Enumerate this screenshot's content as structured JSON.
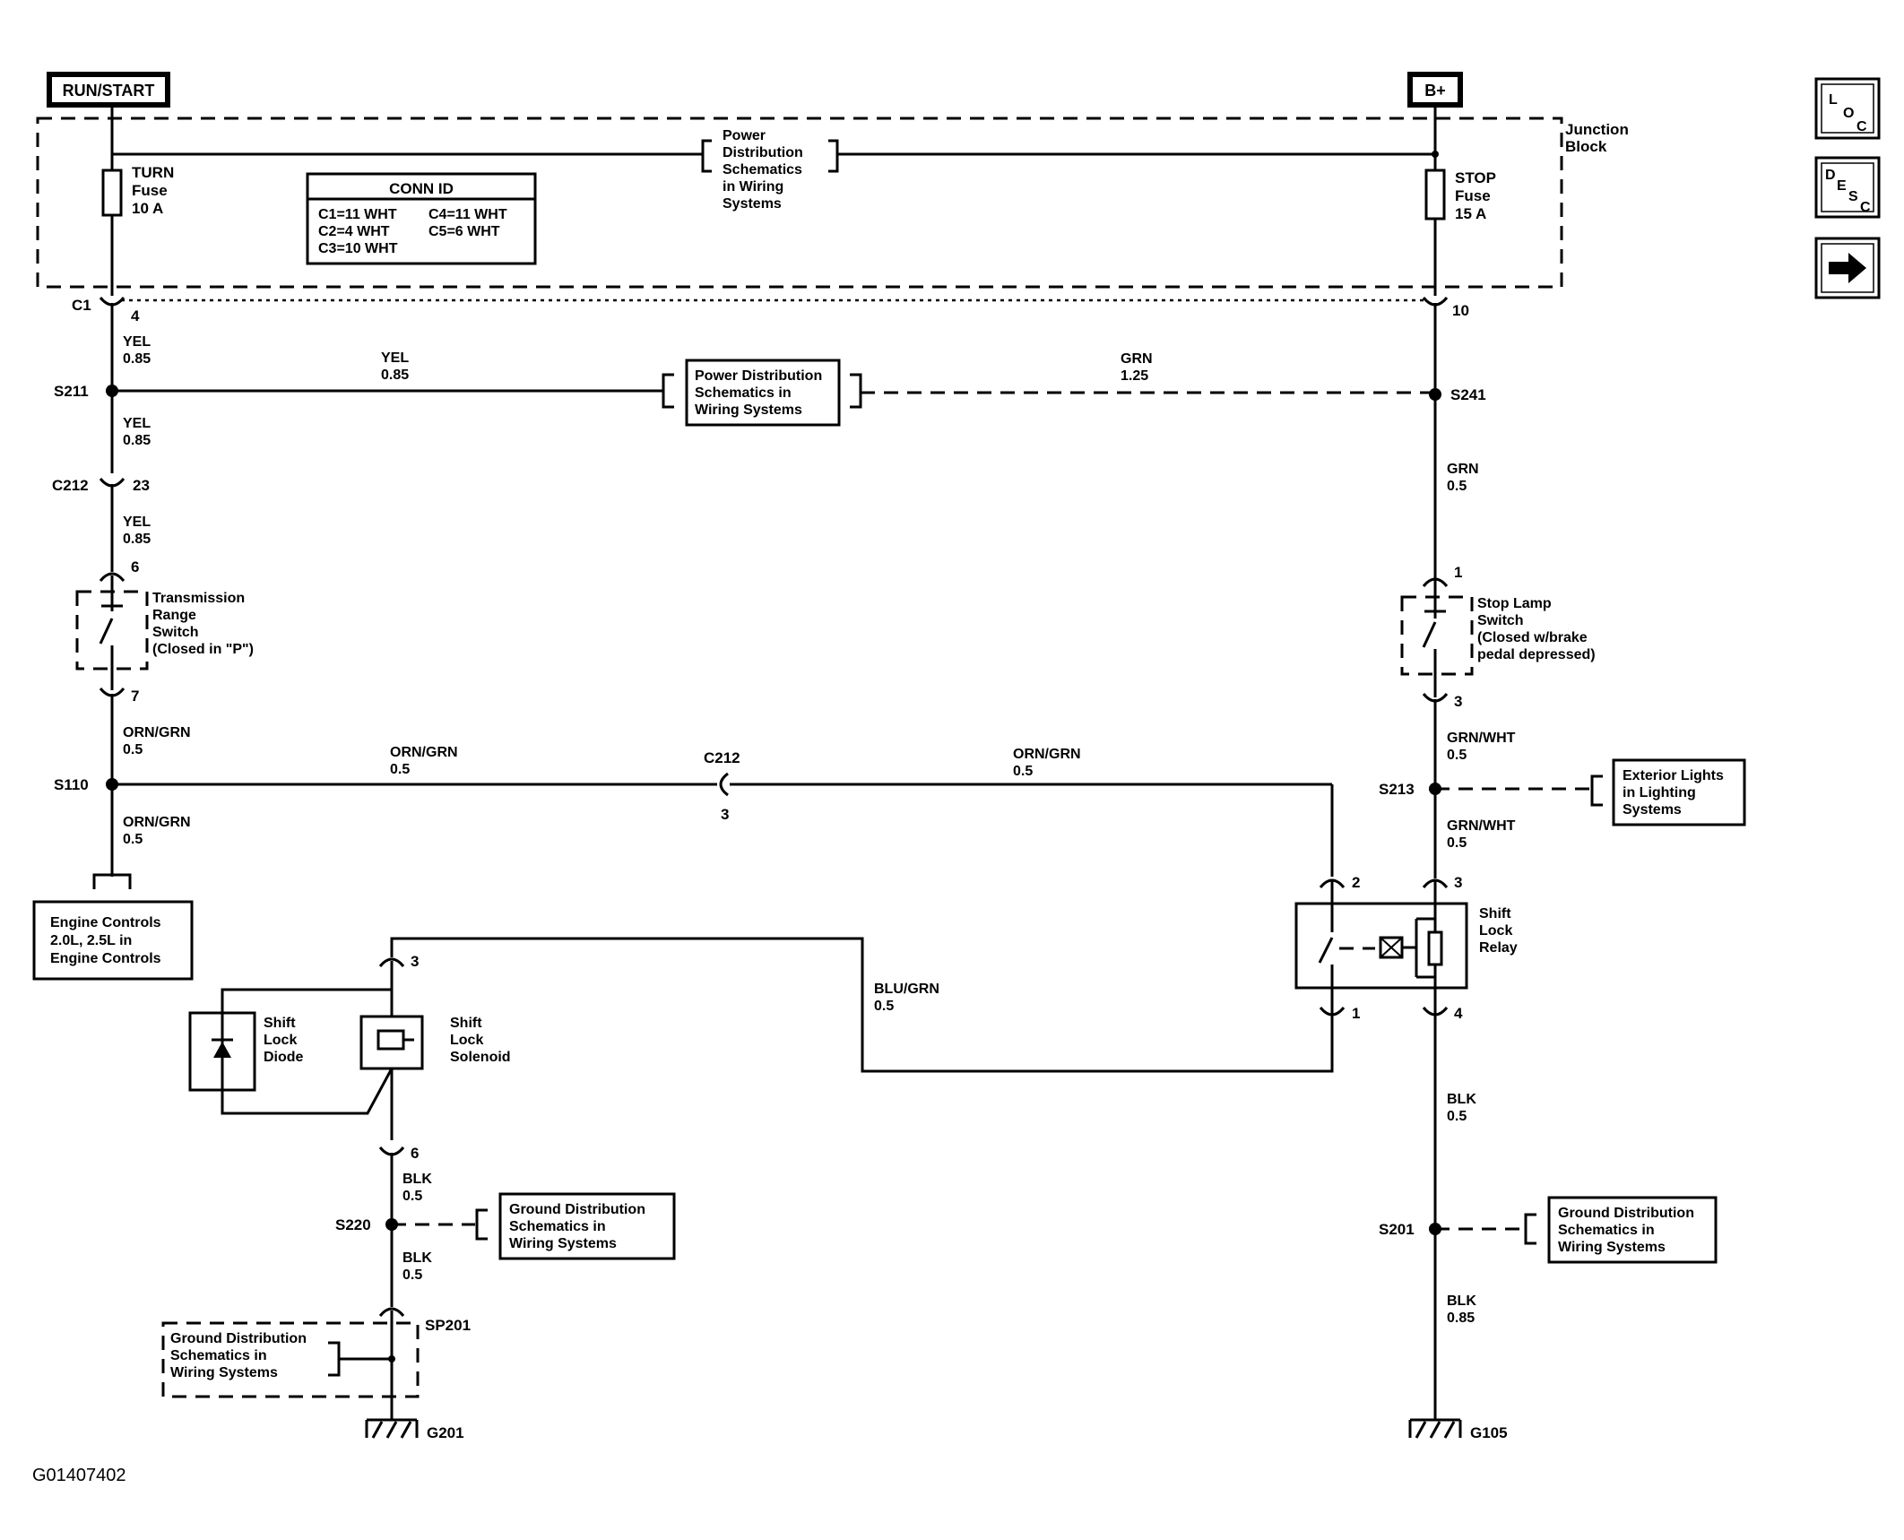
{
  "power": {
    "run_start": "RUN/START",
    "b_plus": "B+"
  },
  "junction_block": {
    "line1": "Junction",
    "line2": "Block"
  },
  "fuses": {
    "turn": {
      "l1": "TURN",
      "l2": "Fuse",
      "l3": "10 A"
    },
    "stop": {
      "l1": "STOP",
      "l2": "Fuse",
      "l3": "15 A"
    }
  },
  "pds_top": {
    "l1": "Power",
    "l2": "Distribution",
    "l3": "Schematics",
    "l4": "in Wiring",
    "l5": "Systems"
  },
  "conn_id": {
    "title": "CONN ID",
    "r1a": "C1=11 WHT",
    "r1b": "C4=11 WHT",
    "r2a": "C2=4 WHT",
    "r2b": "C5=6 WHT",
    "r3a": "C3=10 WHT"
  },
  "connectors": {
    "c1": "C1",
    "c1_pin": "4",
    "c1_pin_right": "10",
    "c212": "C212",
    "c212_pin": "23",
    "c212_mid": "C212",
    "c212_mid_pin": "3",
    "trs_top_pin": "6",
    "trs_bot_pin": "7",
    "sls_top_pin": "1",
    "sls_bot_pin": "3",
    "relay_pin2": "2",
    "relay_pin3": "3",
    "relay_pin1": "1",
    "relay_pin4": "4",
    "sol_top_pin": "3",
    "sol_bot_pin": "6"
  },
  "splices": {
    "s211": "S211",
    "s241": "S241",
    "s110": "S110",
    "s213": "S213",
    "s220": "S220",
    "s201": "S201",
    "sp201": "SP201"
  },
  "grounds": {
    "g201": "G201",
    "g105": "G105"
  },
  "wires": {
    "yel": "YEL",
    "v085": "0.85",
    "grn": "GRN",
    "v125": "1.25",
    "v05": "0.5",
    "orn_grn": "ORN/GRN",
    "grn_wht": "GRN/WHT",
    "blu_grn": "BLU/GRN",
    "blk": "BLK"
  },
  "pds_mid": {
    "l1": "Power Distribution",
    "l2": "Schematics in",
    "l3": "Wiring Systems"
  },
  "trs": {
    "l1": "Transmission",
    "l2": "Range",
    "l3": "Switch",
    "l4": "(Closed in \"P\")"
  },
  "sls": {
    "l1": "Stop Lamp",
    "l2": "Switch",
    "l3": "(Closed w/brake",
    "l4": "pedal depressed)"
  },
  "ext_lights": {
    "l1": "Exterior Lights",
    "l2": "in Lighting",
    "l3": "Systems"
  },
  "engine": {
    "l1": "Engine Controls",
    "l2": "2.0L, 2.5L in",
    "l3": "Engine Controls"
  },
  "relay": {
    "l1": "Shift",
    "l2": "Lock",
    "l3": "Relay"
  },
  "solenoid": {
    "l1": "Shift",
    "l2": "Lock",
    "l3": "Solenoid"
  },
  "diode": {
    "l1": "Shift",
    "l2": "Lock",
    "l3": "Diode"
  },
  "gds": {
    "l1": "Ground Distribution",
    "l2": "Schematics in",
    "l3": "Wiring Systems"
  },
  "figure_id": "G01407402",
  "nav": {
    "loc": {
      "a": "L",
      "b": "O",
      "c": "C"
    },
    "desc": {
      "a": "D",
      "b": "E",
      "c": "S",
      "d": "C"
    },
    "next_icon": "arrow-right-icon"
  }
}
